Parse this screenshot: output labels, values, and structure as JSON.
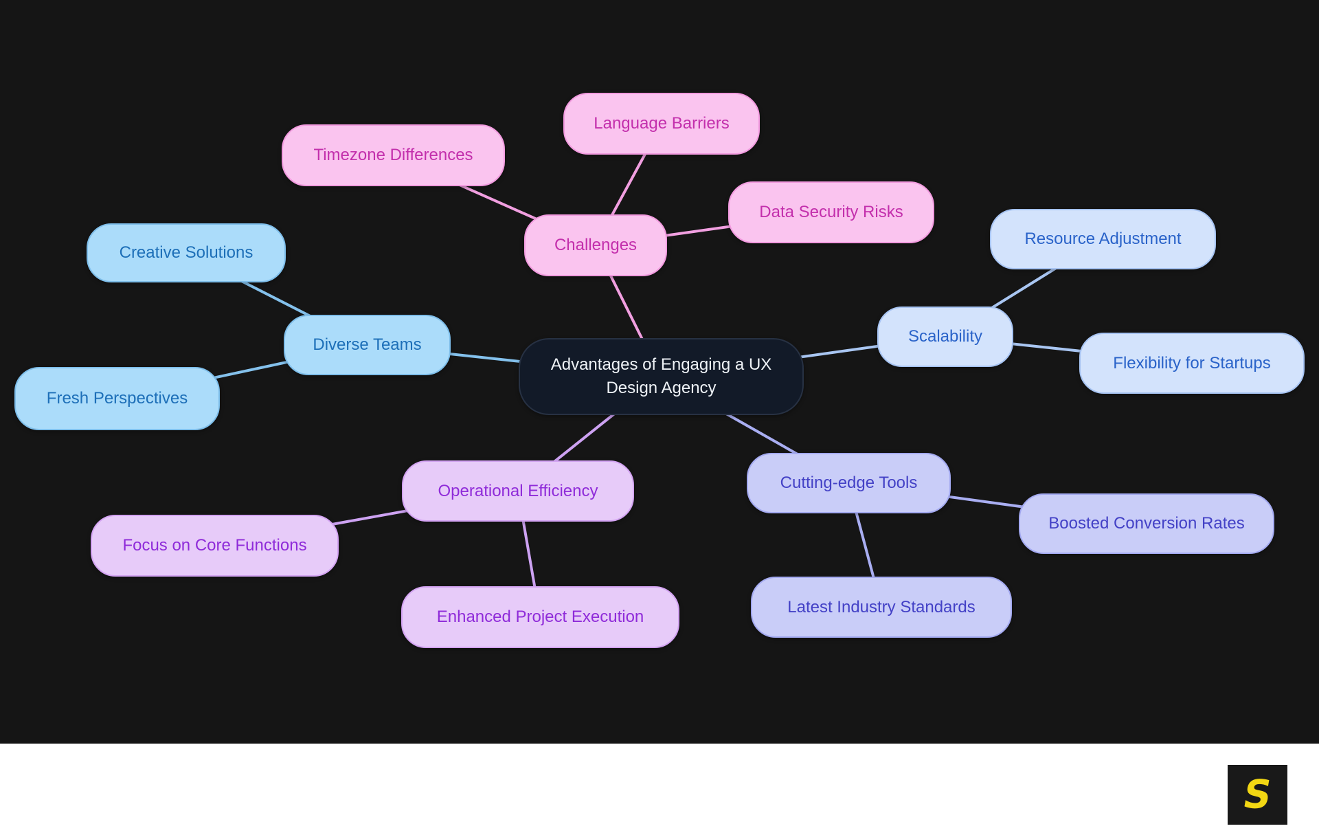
{
  "page": {
    "canvas_background": "#151515",
    "footer_background": "#FFFFFF"
  },
  "mindmap": {
    "center": {
      "label": "Advantages of Engaging a UX Design Agency",
      "fill": "#121A28",
      "text_color": "#EEF2F6"
    },
    "branches": [
      {
        "label": "Challenges",
        "fill": "#FAC4EF",
        "border": "#F29ADF",
        "text_color": "#C32FAC",
        "edge_color": "#F19FE0",
        "children": [
          "Timezone Differences",
          "Language Barriers",
          "Data Security Risks"
        ]
      },
      {
        "label": "Diverse Teams",
        "fill": "#ABDCFA",
        "border": "#7EBEEA",
        "text_color": "#1D6FB8",
        "edge_color": "#84C1EC",
        "children": [
          "Creative Solutions",
          "Fresh Perspectives"
        ]
      },
      {
        "label": "Scalability",
        "fill": "#D3E3FC",
        "border": "#A6C3F2",
        "text_color": "#2A63C9",
        "edge_color": "#A9C6F2",
        "children": [
          "Resource Adjustment",
          "Flexibility for Startups"
        ]
      },
      {
        "label": "Operational Efficiency",
        "fill": "#E7CBF9",
        "border": "#D3A3F2",
        "text_color": "#8F2BD9",
        "edge_color": "#CDA2F2",
        "children": [
          "Focus on Core Functions",
          "Enhanced Project Execution"
        ]
      },
      {
        "label": "Cutting-edge Tools",
        "fill": "#C9CDF8",
        "border": "#A3A9F0",
        "text_color": "#4341C6",
        "edge_color": "#A9AEF2",
        "children": [
          "Boosted Conversion Rates",
          "Latest Industry Standards"
        ]
      }
    ]
  },
  "logo": {
    "letter": "S",
    "color": "#F2D713",
    "background": "#191919"
  }
}
